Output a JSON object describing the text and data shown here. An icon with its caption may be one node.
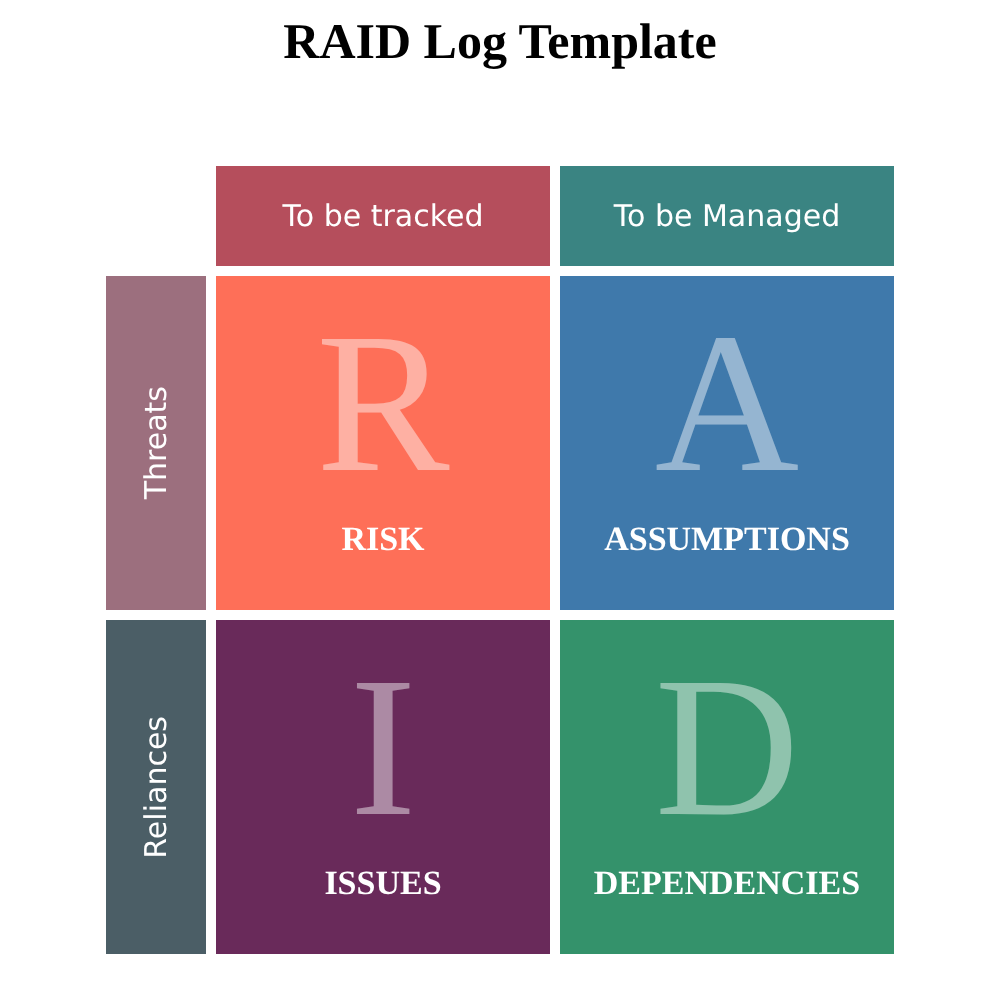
{
  "diagram": {
    "title": "RAID Log Template",
    "nodes": [
      {
        "text": [
          "To be tracked"
        ]
      },
      {
        "text": [
          "To be Managed"
        ]
      },
      {
        "text": [
          "Threats"
        ]
      },
      {
        "text": [
          "R",
          "RISK"
        ]
      },
      {
        "text": [
          "A",
          "ASSUMPTIONS"
        ]
      },
      {
        "text": [
          "Reliances"
        ]
      },
      {
        "text": [
          "I",
          "ISSUES"
        ]
      },
      {
        "text": [
          "D",
          "DEPENDENCIES"
        ]
      }
    ],
    "edges": []
  }
}
